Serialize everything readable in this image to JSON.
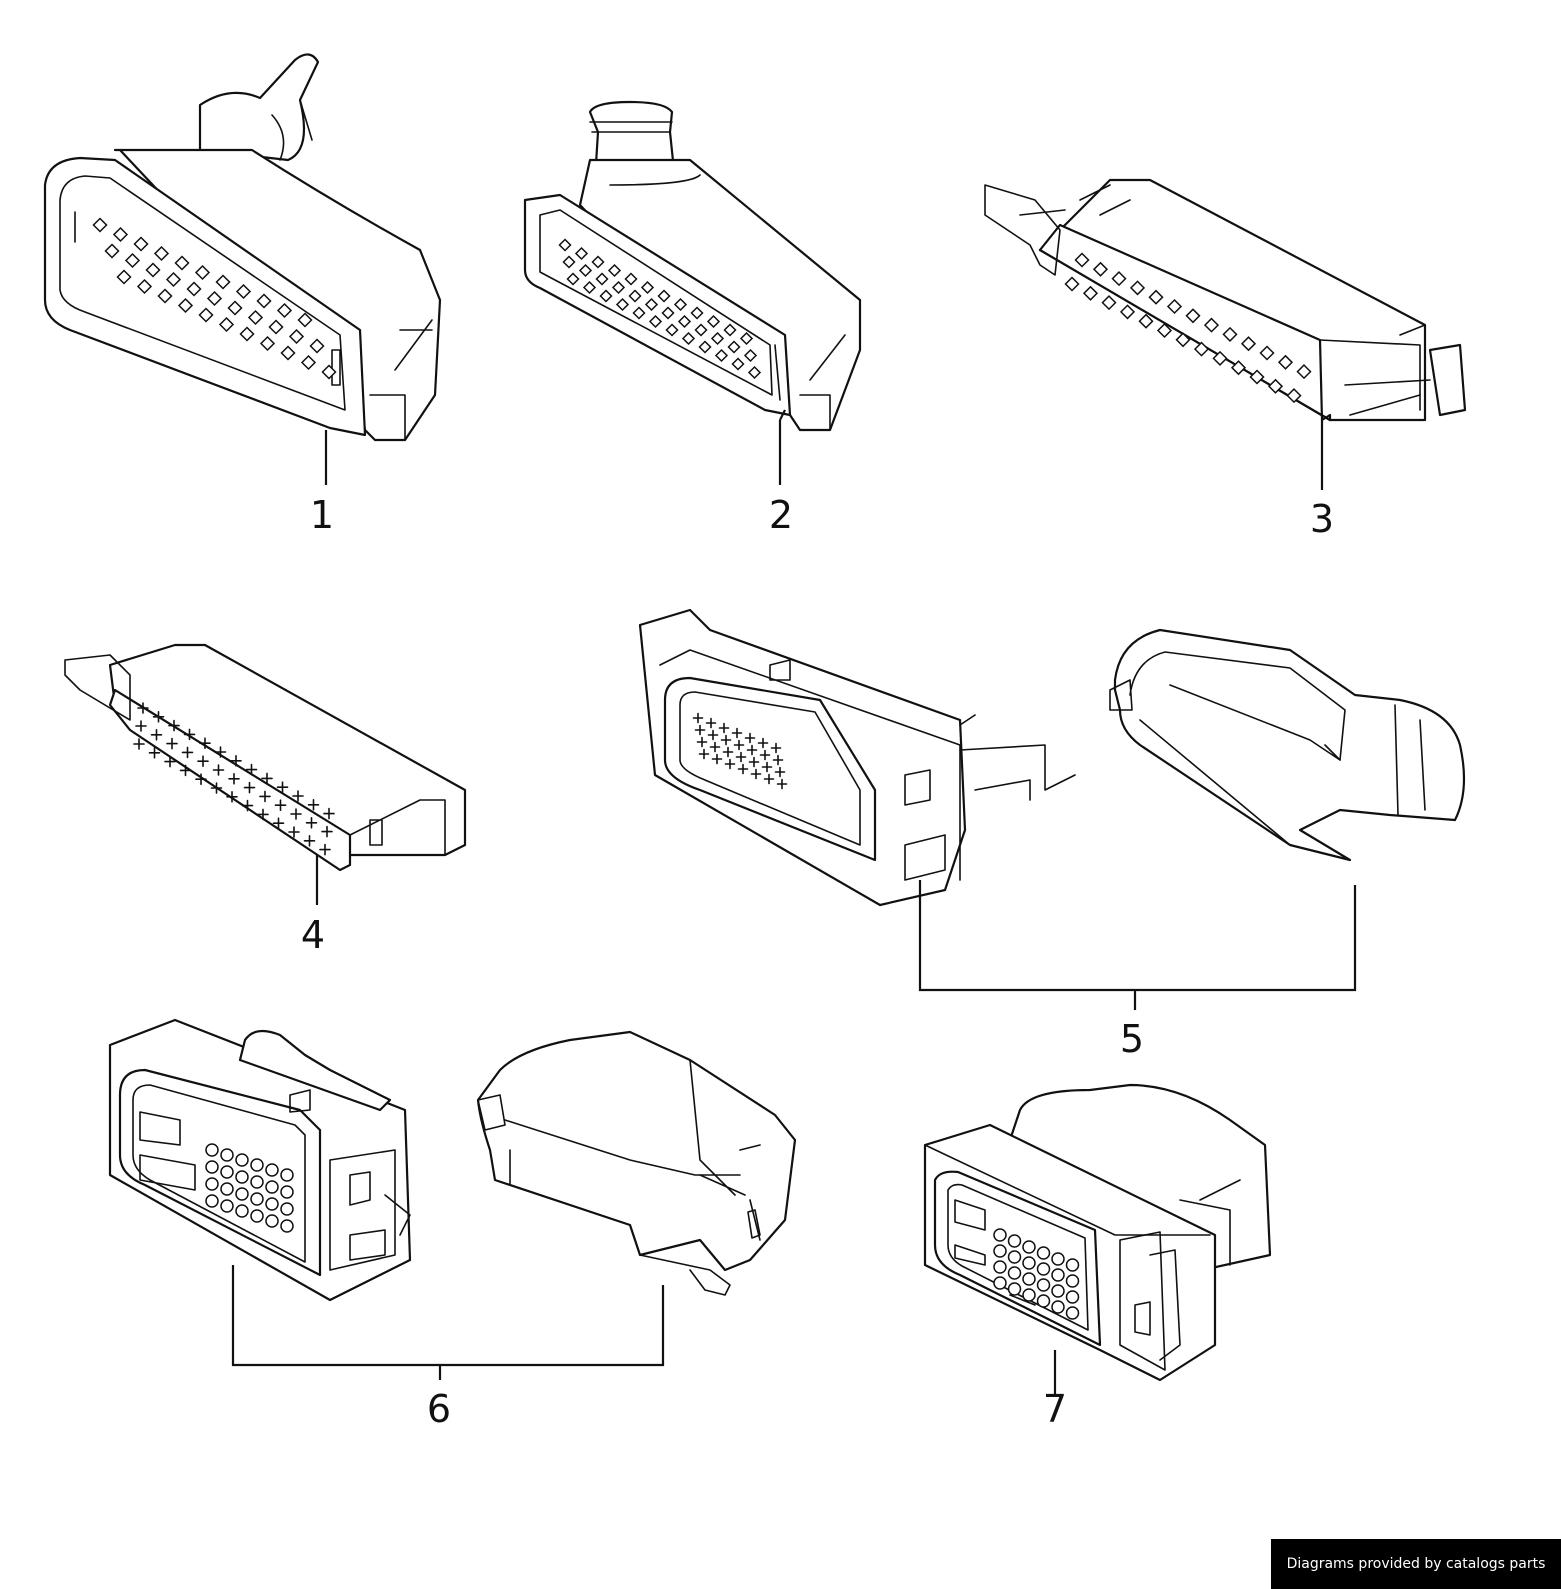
{
  "callouts": [
    {
      "label": "1"
    },
    {
      "label": "2"
    },
    {
      "label": "3"
    },
    {
      "label": "4"
    },
    {
      "label": "5"
    },
    {
      "label": "6"
    },
    {
      "label": "7"
    }
  ],
  "credit": "Diagrams provided by catalogs parts",
  "colors": {
    "ink": "#111111",
    "background": "#ffffff",
    "banner": "#000000"
  }
}
